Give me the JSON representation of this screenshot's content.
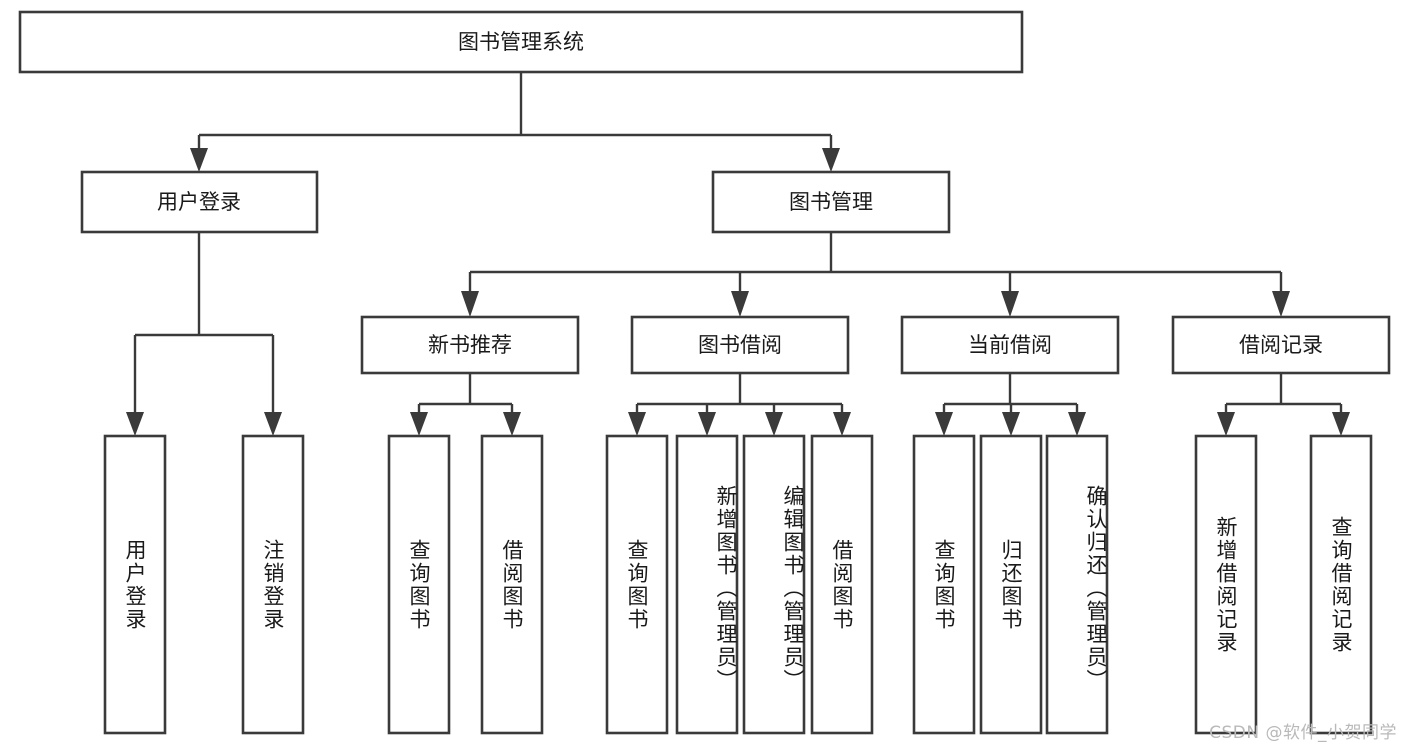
{
  "diagram": {
    "type": "tree-hierarchy-flowchart",
    "title": "图书管理系统",
    "orientation": "top-down",
    "colors": {
      "box_stroke": "#3a3a3a",
      "box_fill": "#ffffff",
      "text": "#1a1a1a",
      "background": "#ffffff",
      "watermark": "#b9b9b9"
    },
    "levels": [
      {
        "level": 1,
        "nodes": [
          {
            "id": "root",
            "label": "图书管理系统",
            "orientation": "horizontal"
          }
        ]
      },
      {
        "level": 2,
        "nodes": [
          {
            "id": "login",
            "label": "用户登录",
            "orientation": "horizontal",
            "parent": "root"
          },
          {
            "id": "bookmgr",
            "label": "图书管理",
            "orientation": "horizontal",
            "parent": "root"
          }
        ]
      },
      {
        "level": 3,
        "nodes": [
          {
            "id": "newbook",
            "label": "新书推荐",
            "orientation": "horizontal",
            "parent": "bookmgr"
          },
          {
            "id": "borrow",
            "label": "图书借阅",
            "orientation": "horizontal",
            "parent": "bookmgr"
          },
          {
            "id": "current",
            "label": "当前借阅",
            "orientation": "horizontal",
            "parent": "bookmgr"
          },
          {
            "id": "record",
            "label": "借阅记录",
            "orientation": "horizontal",
            "parent": "bookmgr"
          }
        ]
      },
      {
        "level": 4,
        "nodes": [
          {
            "id": "leaf1",
            "label": "用户登录",
            "orientation": "vertical",
            "parent": "login"
          },
          {
            "id": "leaf2",
            "label": "注销登录",
            "orientation": "vertical",
            "parent": "login"
          },
          {
            "id": "leaf3",
            "label": "查询图书",
            "orientation": "vertical",
            "parent": "newbook"
          },
          {
            "id": "leaf4",
            "label": "借阅图书",
            "orientation": "vertical",
            "parent": "newbook"
          },
          {
            "id": "leaf5",
            "label": "查询图书",
            "orientation": "vertical",
            "parent": "borrow"
          },
          {
            "id": "leaf6",
            "label": "新增图书（管理员）",
            "orientation": "vertical",
            "parent": "borrow"
          },
          {
            "id": "leaf7",
            "label": "编辑图书（管理员）",
            "orientation": "vertical",
            "parent": "borrow"
          },
          {
            "id": "leaf8",
            "label": "借阅图书",
            "orientation": "vertical",
            "parent": "borrow"
          },
          {
            "id": "leaf9",
            "label": "查询图书",
            "orientation": "vertical",
            "parent": "current"
          },
          {
            "id": "leaf10",
            "label": "归还图书",
            "orientation": "vertical",
            "parent": "current"
          },
          {
            "id": "leaf11",
            "label": "确认归还（管理员）",
            "orientation": "vertical",
            "parent": "current"
          },
          {
            "id": "leaf12",
            "label": "新增借阅记录",
            "orientation": "vertical",
            "parent": "record"
          },
          {
            "id": "leaf13",
            "label": "查询借阅记录",
            "orientation": "vertical",
            "parent": "record"
          }
        ]
      }
    ]
  },
  "watermark": {
    "text": "CSDN @软件_小贺同学"
  }
}
